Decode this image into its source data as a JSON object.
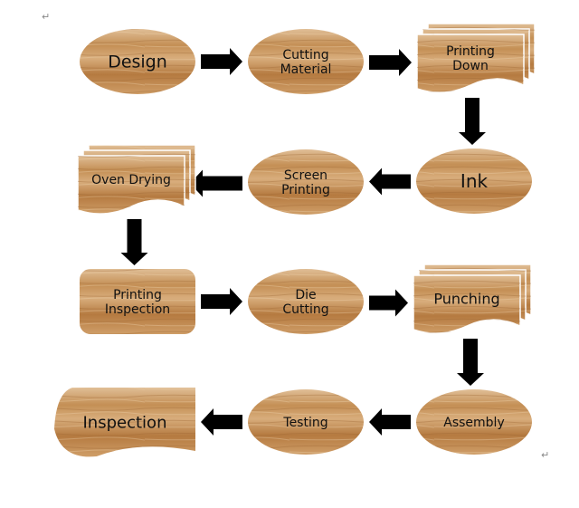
{
  "diagram": {
    "nodes": [
      {
        "id": "design",
        "label": "Design",
        "shape": "ellipse"
      },
      {
        "id": "cutting-material",
        "label": "Cutting\nMaterial",
        "shape": "ellipse"
      },
      {
        "id": "printing-down",
        "label": "Printing\nDown",
        "shape": "multidocument"
      },
      {
        "id": "ink",
        "label": "Ink",
        "shape": "ellipse"
      },
      {
        "id": "screen-printing",
        "label": "Screen\nPrinting",
        "shape": "ellipse"
      },
      {
        "id": "oven-drying",
        "label": "Oven Drying",
        "shape": "multidocument"
      },
      {
        "id": "printing-inspection",
        "label": "Printing\nInspection",
        "shape": "rounded-rect"
      },
      {
        "id": "die-cutting",
        "label": "Die\nCutting",
        "shape": "ellipse"
      },
      {
        "id": "punching",
        "label": "Punching",
        "shape": "multidocument"
      },
      {
        "id": "assembly",
        "label": "Assembly",
        "shape": "ellipse"
      },
      {
        "id": "testing",
        "label": "Testing",
        "shape": "ellipse"
      },
      {
        "id": "inspection",
        "label": "Inspection",
        "shape": "document"
      }
    ],
    "edges": [
      {
        "from": "design",
        "to": "cutting-material"
      },
      {
        "from": "cutting-material",
        "to": "printing-down"
      },
      {
        "from": "printing-down",
        "to": "ink"
      },
      {
        "from": "ink",
        "to": "screen-printing"
      },
      {
        "from": "screen-printing",
        "to": "oven-drying"
      },
      {
        "from": "oven-drying",
        "to": "printing-inspection"
      },
      {
        "from": "printing-inspection",
        "to": "die-cutting"
      },
      {
        "from": "die-cutting",
        "to": "punching"
      },
      {
        "from": "punching",
        "to": "assembly"
      },
      {
        "from": "assembly",
        "to": "testing"
      },
      {
        "from": "testing",
        "to": "inspection"
      }
    ],
    "paragraph_mark": "↵",
    "colors": {
      "wood_light": "#dcb88e",
      "wood_mid": "#c9995f",
      "wood_dark": "#a86f37",
      "arrow": "#000000"
    }
  }
}
